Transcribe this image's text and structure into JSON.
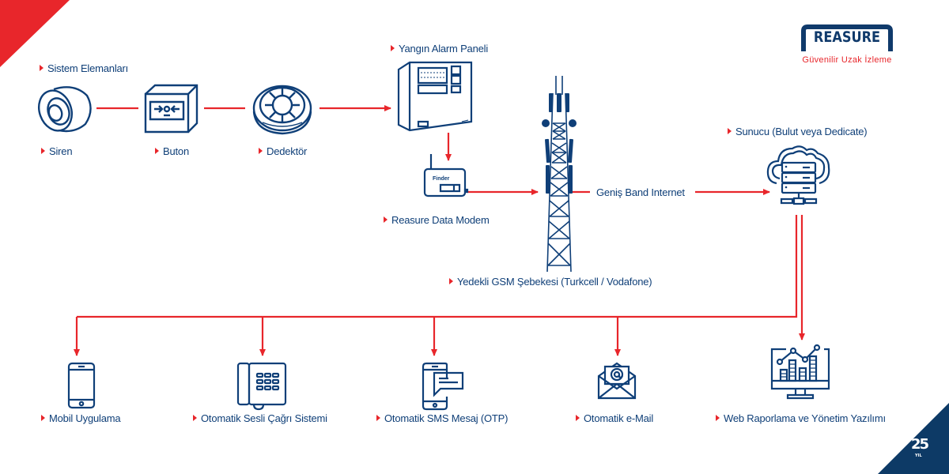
{
  "brand": {
    "logo_text": "REASURE",
    "tagline": "Güvenilir Uzak İzleme",
    "anniversary_number": "25",
    "anniversary_suffix": "YIL"
  },
  "colors": {
    "primary_blue": "#0f3f78",
    "accent_red": "#e8262b",
    "corner_navy": "#0d3a66"
  },
  "section_heading": "Sistem Elemanları",
  "nodes": {
    "siren": {
      "label": "Siren",
      "icon": "siren-icon"
    },
    "buton": {
      "label": "Buton",
      "icon": "manual-call-point-icon"
    },
    "dedektor": {
      "label": "Dedektör",
      "icon": "smoke-detector-icon"
    },
    "panel": {
      "label": "Yangın Alarm Paneli",
      "icon": "fire-alarm-panel-icon"
    },
    "modem": {
      "label": "Reasure Data Modem",
      "icon": "data-modem-icon",
      "device_brand": "Finder"
    },
    "gsm": {
      "label": "Yedekli GSM Şebekesi  (Turkcell / Vodafone)",
      "icon": "cell-tower-icon"
    },
    "internet": {
      "label": "Geniş Band Internet"
    },
    "server": {
      "label": "Sunucu (Bulut veya Dedicate)",
      "icon": "cloud-server-icon"
    }
  },
  "outputs": [
    {
      "label": "Mobil Uygulama",
      "icon": "smartphone-icon"
    },
    {
      "label": "Otomatik Sesli Çağrı Sistemi",
      "icon": "desk-phone-icon"
    },
    {
      "label": "Otomatik SMS Mesaj (OTP)",
      "icon": "sms-message-icon"
    },
    {
      "label": "Otomatik e-Mail",
      "icon": "email-icon"
    },
    {
      "label": "Web Raporlama ve Yönetim Yazılımı",
      "icon": "web-dashboard-icon"
    }
  ]
}
